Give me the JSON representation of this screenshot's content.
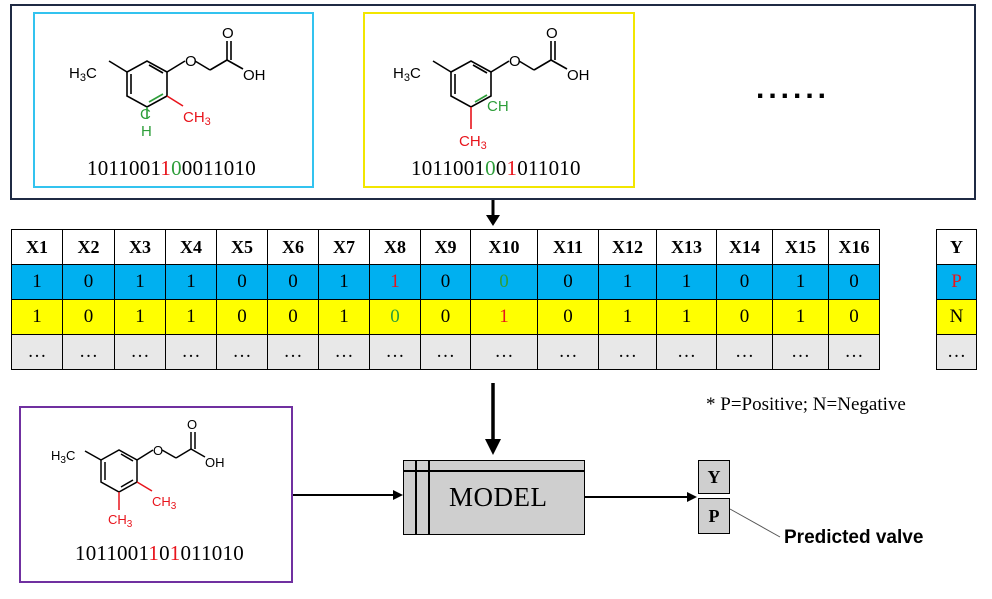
{
  "top_panel": {
    "molecule_1": {
      "bits": [
        "1",
        "0",
        "1",
        "1",
        "0",
        "0",
        "1",
        "1",
        "0",
        "0",
        "0",
        "1",
        "1",
        "0",
        "1",
        "0"
      ],
      "bit_colors": [
        "",
        "",
        "",
        "",
        "",
        "",
        "",
        "red",
        "green",
        "",
        "",
        "",
        "",
        "",
        "",
        ""
      ],
      "labels": {
        "h3c": "H3C",
        "o": "O",
        "oh": "OH",
        "c_top": "O",
        "ch3": "CH3",
        "h": "H",
        "c": "C"
      }
    },
    "molecule_2": {
      "bits": [
        "1",
        "0",
        "1",
        "1",
        "0",
        "0",
        "1",
        "0",
        "0",
        "1",
        "0",
        "1",
        "1",
        "0",
        "1",
        "0"
      ],
      "bit_colors": [
        "",
        "",
        "",
        "",
        "",
        "",
        "",
        "green",
        "",
        "red",
        "",
        "",
        "",
        "",
        "",
        ""
      ],
      "labels": {
        "h3c": "H3C",
        "o": "O",
        "oh": "OH",
        "c_top": "O",
        "ch": "CH",
        "ch3": "CH3"
      }
    },
    "ellipsis": "......"
  },
  "table": {
    "headers": [
      "X1",
      "X2",
      "X3",
      "X4",
      "X5",
      "X6",
      "X7",
      "X8",
      "X9",
      "X10",
      "X11",
      "X12",
      "X13",
      "X14",
      "X15",
      "X16"
    ],
    "rows": [
      {
        "style": "blue",
        "cells": [
          "1",
          "0",
          "1",
          "1",
          "0",
          "0",
          "1",
          "1",
          "0",
          "0",
          "0",
          "1",
          "1",
          "0",
          "1",
          "0"
        ],
        "colors": [
          "",
          "",
          "",
          "",
          "",
          "",
          "",
          "red",
          "",
          "green",
          "",
          "",
          "",
          "",
          "",
          ""
        ]
      },
      {
        "style": "yellow",
        "cells": [
          "1",
          "0",
          "1",
          "1",
          "0",
          "0",
          "1",
          "0",
          "0",
          "1",
          "0",
          "1",
          "1",
          "0",
          "1",
          "0"
        ],
        "colors": [
          "",
          "",
          "",
          "",
          "",
          "",
          "",
          "green",
          "",
          "red",
          "",
          "",
          "",
          "",
          "",
          ""
        ]
      },
      {
        "style": "gray",
        "cells": [
          "…",
          "…",
          "…",
          "…",
          "…",
          "…",
          "…",
          "…",
          "…",
          "…",
          "…",
          "…",
          "…",
          "…",
          "…",
          "…"
        ],
        "colors": [
          "",
          "",
          "",
          "",
          "",
          "",
          "",
          "",
          "",
          "",
          "",
          "",
          "",
          "",
          "",
          ""
        ]
      }
    ],
    "y_header": "Y",
    "y_values": [
      {
        "v": "P",
        "color": "red"
      },
      {
        "v": "N",
        "color": ""
      },
      {
        "v": "…",
        "color": ""
      }
    ]
  },
  "note": "* P=Positive; N=Negative",
  "bottom_molecule": {
    "bits": [
      "1",
      "0",
      "1",
      "1",
      "0",
      "0",
      "1",
      "1",
      "0",
      "1",
      "0",
      "1",
      "1",
      "0",
      "1",
      "0"
    ],
    "bit_colors": [
      "",
      "",
      "",
      "",
      "",
      "",
      "",
      "red",
      "",
      "red",
      "",
      "",
      "",
      "",
      "",
      ""
    ],
    "labels": {
      "h3c": "H3C",
      "o": "O",
      "oh": "OH",
      "c_top": "O",
      "ch3_a": "CH3",
      "ch3_b": "CH3"
    }
  },
  "model_label": "MODEL",
  "prediction": {
    "header": "Y",
    "value": "P",
    "label": "Predicted valve"
  },
  "colors": {
    "blue_box": "#33c3ef",
    "yellow_box": "#f2e600",
    "purple_box": "#7030a0",
    "navy_panel": "#1f2a44",
    "row_blue": "#00b0f0",
    "row_yellow": "#ffff00",
    "red": "#e8141c",
    "green": "#2e9e3a"
  }
}
